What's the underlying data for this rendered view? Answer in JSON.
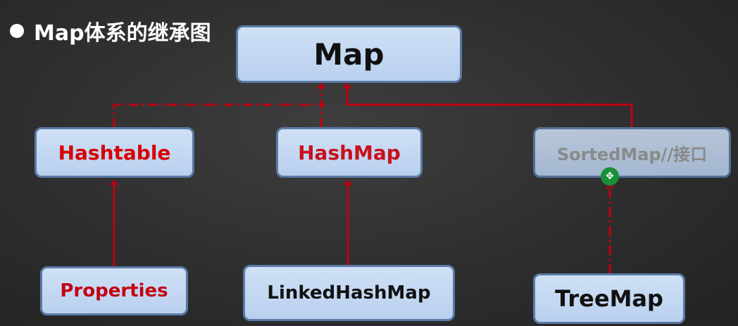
{
  "title": "Map体系的继承图",
  "nodes": {
    "map": "Map",
    "hashtable": "Hashtable",
    "hashmap": "HashMap",
    "sortedmap": "SortedMap//接口",
    "properties": "Properties",
    "linkedhashmap": "LinkedHashMap",
    "treemap": "TreeMap"
  },
  "colors": {
    "edge": "#c00010",
    "node_fill": "#c4d8f2",
    "node_border": "#5a7aa6"
  },
  "edges": [
    {
      "from": "hashtable",
      "to": "map",
      "style": "dashed"
    },
    {
      "from": "hashmap",
      "to": "map",
      "style": "dashed"
    },
    {
      "from": "sortedmap",
      "to": "map",
      "style": "solid"
    },
    {
      "from": "properties",
      "to": "hashtable",
      "style": "solid"
    },
    {
      "from": "linkedhashmap",
      "to": "hashmap",
      "style": "solid"
    },
    {
      "from": "treemap",
      "to": "sortedmap",
      "style": "dashed"
    }
  ]
}
